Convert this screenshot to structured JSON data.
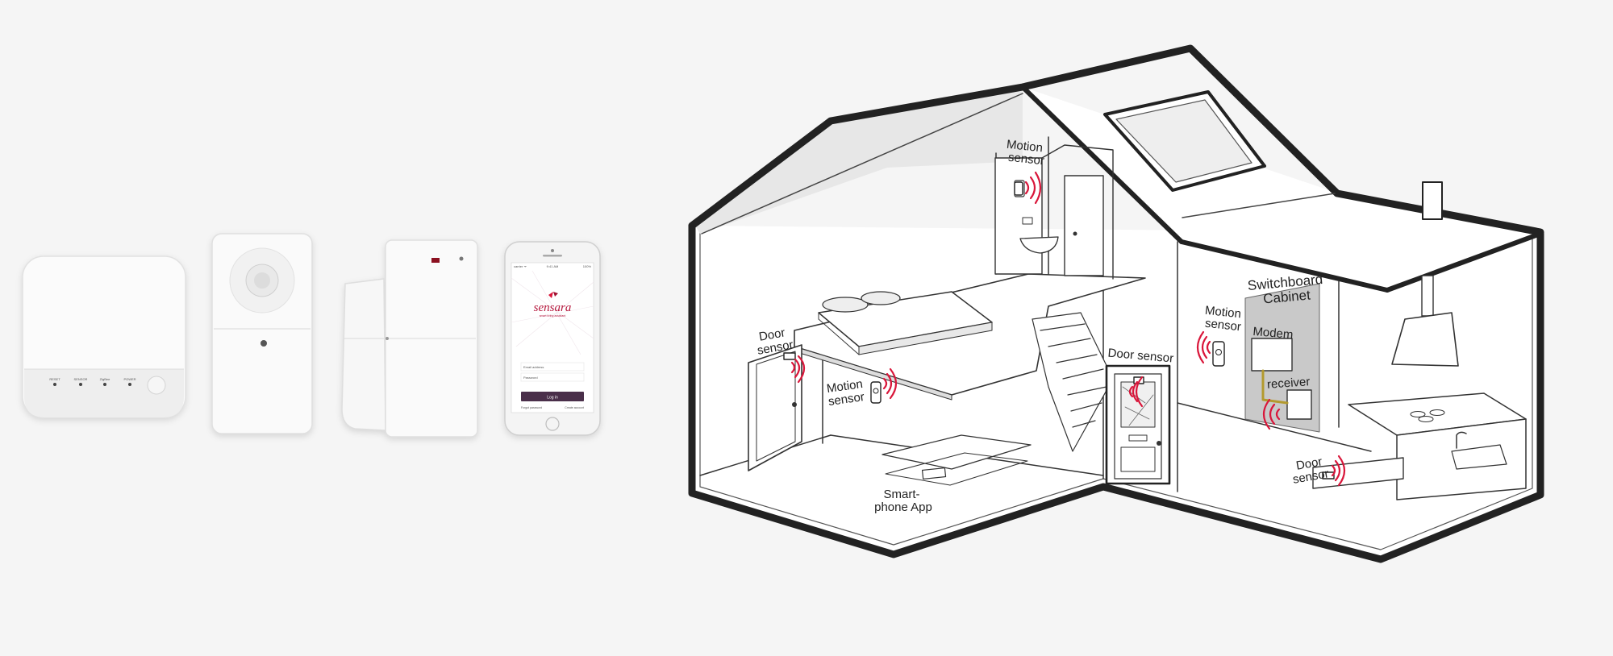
{
  "products": {
    "hub_leds": [
      "RESET",
      "SENSOR",
      "ZigBee",
      "POWER"
    ],
    "phone": {
      "status_left": "carrier ᯤ",
      "status_time": "9:41 AM",
      "status_right": "100%",
      "brand": "sensara",
      "tagline": "smart living assistant",
      "email_placeholder": "Email address",
      "password_placeholder": "Password",
      "login_label": "Log in",
      "forgot_label": "Forgot password",
      "create_label": "Create account"
    }
  },
  "house": {
    "labels": {
      "motion_top": [
        "Motion",
        "sensor"
      ],
      "door_left": [
        "Door",
        "sensor"
      ],
      "motion_mid": [
        "Motion",
        "sensor"
      ],
      "smartphone": [
        "Smart-",
        "phone App"
      ],
      "door_front": "Door sensor",
      "motion_right": [
        "Motion",
        "sensor"
      ],
      "switchboard": [
        "Switchboard",
        "Cabinet"
      ],
      "modem": "Modem",
      "receiver": "receiver",
      "door_kitchen": [
        "Door",
        "sensor"
      ]
    }
  },
  "colors": {
    "signal": "#d9163a",
    "outline": "#222222",
    "cabinet": "#c9c9c9",
    "phone_login": "#4a2f4a"
  }
}
